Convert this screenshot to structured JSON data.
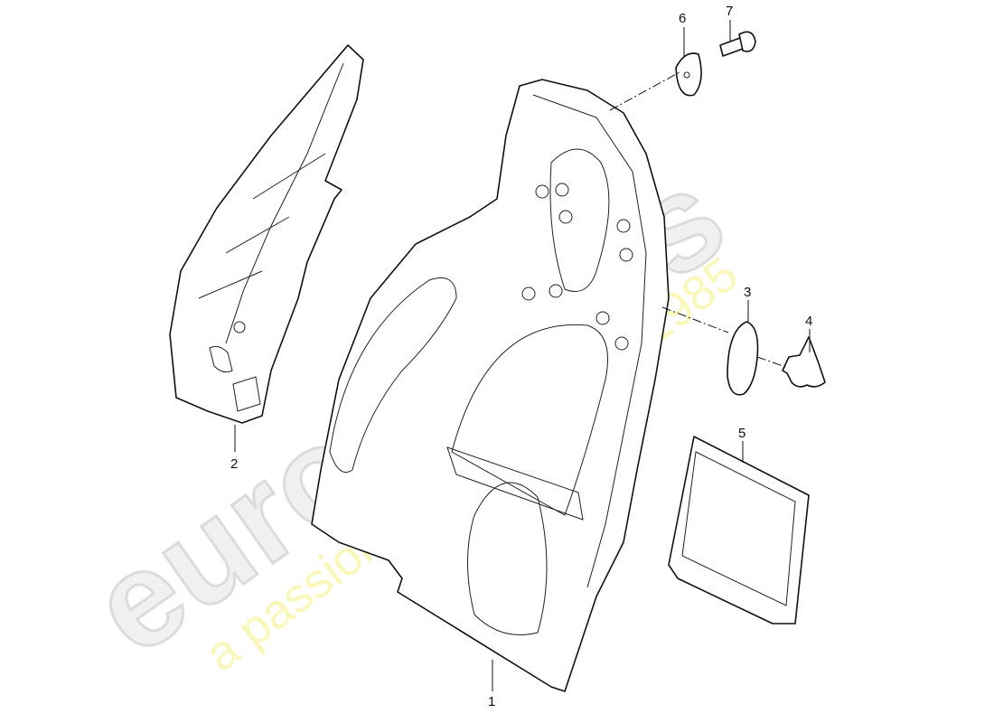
{
  "diagram": {
    "callouts": [
      {
        "id": "1",
        "text": "1"
      },
      {
        "id": "2",
        "text": "2"
      },
      {
        "id": "3",
        "text": "3"
      },
      {
        "id": "4",
        "text": "4"
      },
      {
        "id": "5",
        "text": "5"
      },
      {
        "id": "6",
        "text": "6"
      },
      {
        "id": "7",
        "text": "7"
      }
    ],
    "watermark": {
      "brand": "eurospares",
      "tagline": "a passion for parts since 1985",
      "brand_color": "#c8c8c8",
      "tagline_color": "#f5f078"
    }
  }
}
